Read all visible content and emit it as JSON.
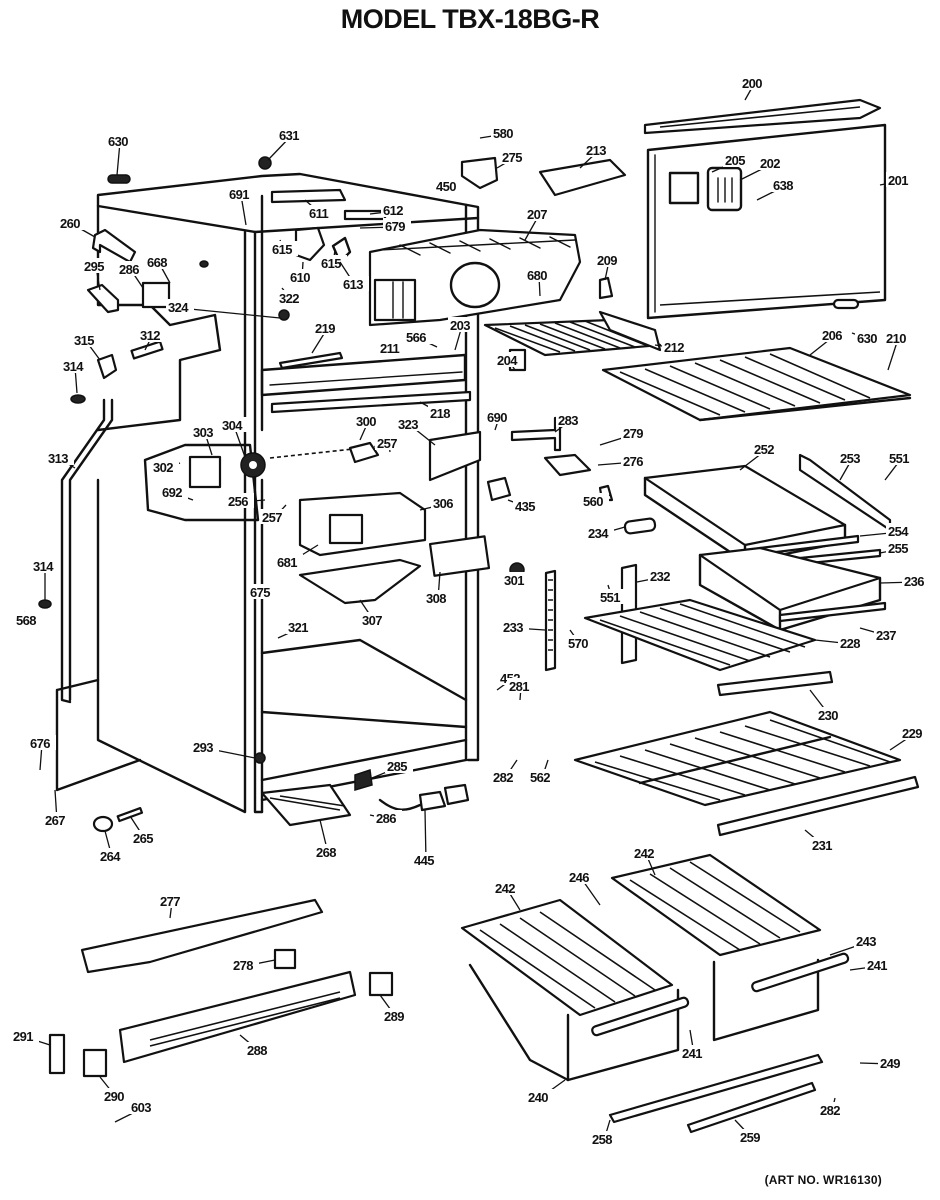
{
  "header": {
    "title": "MODEL TBX-18BG-R"
  },
  "footer": {
    "art_number": "(ART NO. WR16130)"
  },
  "diagram": {
    "type": "exploded-parts-diagram",
    "subject": "Refrigerator cabinet, shelves and drawers",
    "part_labels": [
      {
        "id": "p630a",
        "label": "630"
      },
      {
        "id": "p631",
        "label": "631"
      },
      {
        "id": "p691",
        "label": "691"
      },
      {
        "id": "p611",
        "label": "611"
      },
      {
        "id": "p612",
        "label": "612"
      },
      {
        "id": "p679",
        "label": "679"
      },
      {
        "id": "p615a",
        "label": "615"
      },
      {
        "id": "p615b",
        "label": "615"
      },
      {
        "id": "p610",
        "label": "610"
      },
      {
        "id": "p613",
        "label": "613"
      },
      {
        "id": "p322",
        "label": "322"
      },
      {
        "id": "p260",
        "label": "260"
      },
      {
        "id": "p295",
        "label": "295"
      },
      {
        "id": "p286a",
        "label": "286"
      },
      {
        "id": "p668",
        "label": "668"
      },
      {
        "id": "p324",
        "label": "324"
      },
      {
        "id": "p315",
        "label": "315"
      },
      {
        "id": "p312",
        "label": "312"
      },
      {
        "id": "p314a",
        "label": "314"
      },
      {
        "id": "p313",
        "label": "313"
      },
      {
        "id": "p314b",
        "label": "314"
      },
      {
        "id": "p568",
        "label": "568"
      },
      {
        "id": "p580",
        "label": "580"
      },
      {
        "id": "p275",
        "label": "275"
      },
      {
        "id": "p450",
        "label": "450"
      },
      {
        "id": "p213",
        "label": "213"
      },
      {
        "id": "p207",
        "label": "207"
      },
      {
        "id": "p680",
        "label": "680"
      },
      {
        "id": "p209",
        "label": "209"
      },
      {
        "id": "p219",
        "label": "219"
      },
      {
        "id": "p211",
        "label": "211"
      },
      {
        "id": "p566",
        "label": "566"
      },
      {
        "id": "p203",
        "label": "203"
      },
      {
        "id": "p212",
        "label": "212"
      },
      {
        "id": "p204",
        "label": "204"
      },
      {
        "id": "p218",
        "label": "218"
      },
      {
        "id": "p200",
        "label": "200"
      },
      {
        "id": "p205",
        "label": "205"
      },
      {
        "id": "p202",
        "label": "202"
      },
      {
        "id": "p638",
        "label": "638"
      },
      {
        "id": "p201",
        "label": "201"
      },
      {
        "id": "p206",
        "label": "206"
      },
      {
        "id": "p630b",
        "label": "630"
      },
      {
        "id": "p210",
        "label": "210"
      },
      {
        "id": "p303",
        "label": "303"
      },
      {
        "id": "p304",
        "label": "304"
      },
      {
        "id": "p302",
        "label": "302"
      },
      {
        "id": "p692",
        "label": "692"
      },
      {
        "id": "p256",
        "label": "256"
      },
      {
        "id": "p257a",
        "label": "257"
      },
      {
        "id": "p300",
        "label": "300"
      },
      {
        "id": "p257b",
        "label": "257"
      },
      {
        "id": "p323",
        "label": "323"
      },
      {
        "id": "p690",
        "label": "690"
      },
      {
        "id": "p306",
        "label": "306"
      },
      {
        "id": "p681",
        "label": "681"
      },
      {
        "id": "p675",
        "label": "675"
      },
      {
        "id": "p307",
        "label": "307"
      },
      {
        "id": "p308",
        "label": "308"
      },
      {
        "id": "p321",
        "label": "321"
      },
      {
        "id": "p435",
        "label": "435"
      },
      {
        "id": "p301",
        "label": "301"
      },
      {
        "id": "p283",
        "label": "283"
      },
      {
        "id": "p279",
        "label": "279"
      },
      {
        "id": "p276",
        "label": "276"
      },
      {
        "id": "p560",
        "label": "560"
      },
      {
        "id": "p252",
        "label": "252"
      },
      {
        "id": "p253",
        "label": "253"
      },
      {
        "id": "p551a",
        "label": "551"
      },
      {
        "id": "p234",
        "label": "234"
      },
      {
        "id": "p254",
        "label": "254"
      },
      {
        "id": "p255",
        "label": "255"
      },
      {
        "id": "p236",
        "label": "236"
      },
      {
        "id": "p237",
        "label": "237"
      },
      {
        "id": "p232",
        "label": "232"
      },
      {
        "id": "p551b",
        "label": "551"
      },
      {
        "id": "p233",
        "label": "233"
      },
      {
        "id": "p570",
        "label": "570"
      },
      {
        "id": "p228",
        "label": "228"
      },
      {
        "id": "p230",
        "label": "230"
      },
      {
        "id": "p452",
        "label": "452"
      },
      {
        "id": "p281",
        "label": "281"
      },
      {
        "id": "p282a",
        "label": "282"
      },
      {
        "id": "p562",
        "label": "562"
      },
      {
        "id": "p229",
        "label": "229"
      },
      {
        "id": "p231",
        "label": "231"
      },
      {
        "id": "p676",
        "label": "676"
      },
      {
        "id": "p267",
        "label": "267"
      },
      {
        "id": "p293",
        "label": "293"
      },
      {
        "id": "p285",
        "label": "285"
      },
      {
        "id": "p286b",
        "label": "286"
      },
      {
        "id": "p264",
        "label": "264"
      },
      {
        "id": "p265",
        "label": "265"
      },
      {
        "id": "p268",
        "label": "268"
      },
      {
        "id": "p445",
        "label": "445"
      },
      {
        "id": "p277",
        "label": "277"
      },
      {
        "id": "p278",
        "label": "278"
      },
      {
        "id": "p289",
        "label": "289"
      },
      {
        "id": "p288",
        "label": "288"
      },
      {
        "id": "p291",
        "label": "291"
      },
      {
        "id": "p290",
        "label": "290"
      },
      {
        "id": "p603",
        "label": "603"
      },
      {
        "id": "p242a",
        "label": "242"
      },
      {
        "id": "p242b",
        "label": "242"
      },
      {
        "id": "p246",
        "label": "246"
      },
      {
        "id": "p243",
        "label": "243"
      },
      {
        "id": "p241a",
        "label": "241"
      },
      {
        "id": "p241b",
        "label": "241"
      },
      {
        "id": "p240",
        "label": "240"
      },
      {
        "id": "p249",
        "label": "249"
      },
      {
        "id": "p282b",
        "label": "282"
      },
      {
        "id": "p258",
        "label": "258"
      },
      {
        "id": "p259",
        "label": "259"
      }
    ]
  }
}
